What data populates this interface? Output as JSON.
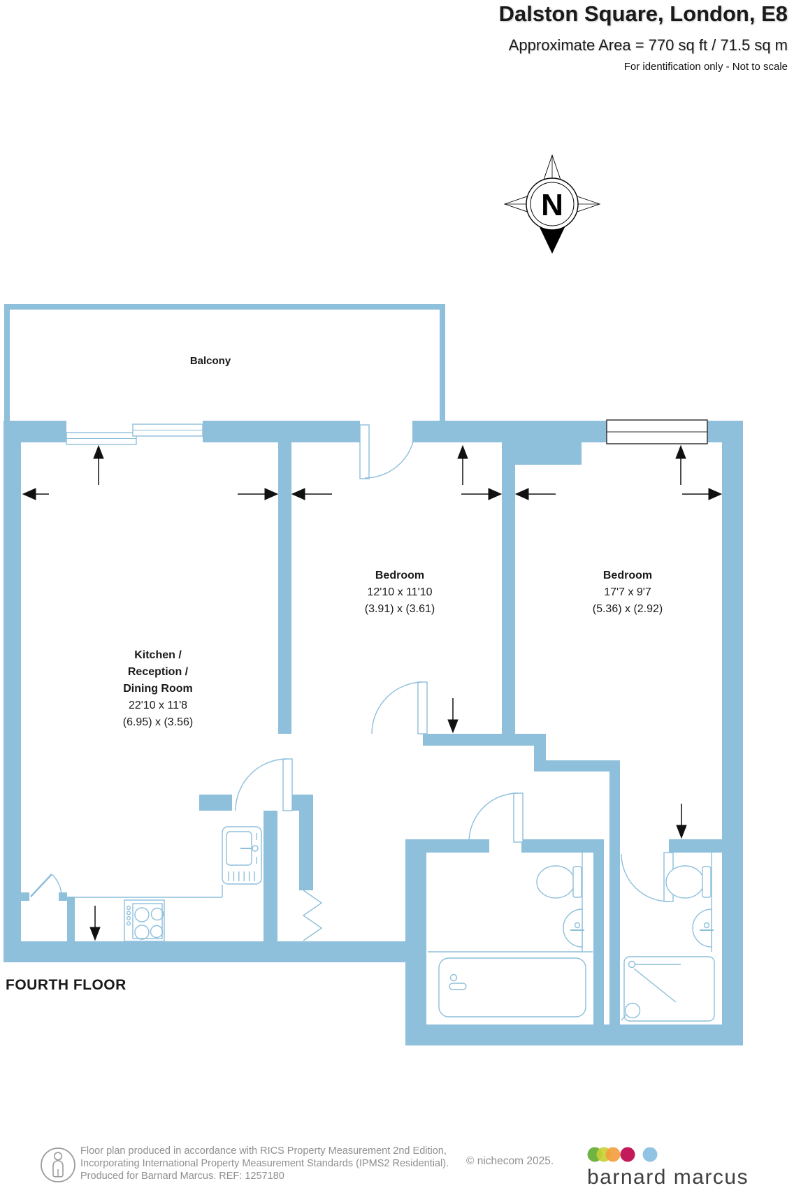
{
  "header": {
    "title": "Dalston Square, London, E8",
    "area": "Approximate Area = 770 sq ft / 71.5 sq m",
    "note": "For identification only - Not to scale"
  },
  "compass": {
    "north": "N"
  },
  "plan": {
    "balcony_label": "Balcony",
    "floor_label": "FOURTH FLOOR",
    "kitchen": {
      "line1": "Kitchen /",
      "line2": "Reception /",
      "line3": "Dining Room",
      "imperial": "22'10 x 11'8",
      "metric": "(6.95) x (3.56)"
    },
    "bedroom1": {
      "name": "Bedroom",
      "imperial": "12'10 x 11'10",
      "metric": "(3.91) x (3.61)"
    },
    "bedroom2": {
      "name": "Bedroom",
      "imperial": "17'7 x 9'7",
      "metric": "(5.36) x (2.92)"
    }
  },
  "footer": {
    "line1": "Floor plan produced in accordance with RICS Property Measurement 2nd Edition,",
    "line2": "Incorporating International Property Measurement Standards (IPMS2 Residential).",
    "line3": "Produced for Barnard Marcus.   REF:  1257180",
    "copyright": "© nichecom 2025.",
    "brand": "barnard marcus"
  },
  "colors": {
    "wall": "#8EBFDB",
    "window_outline": "#2a2a2a",
    "arrow": "#111111",
    "dot_green": "#6fb344",
    "dot_yellow": "#c9cf33",
    "dot_orange": "#f49d3c",
    "dot_magenta": "#c21a5b",
    "dot_blue": "#91c3e3"
  }
}
